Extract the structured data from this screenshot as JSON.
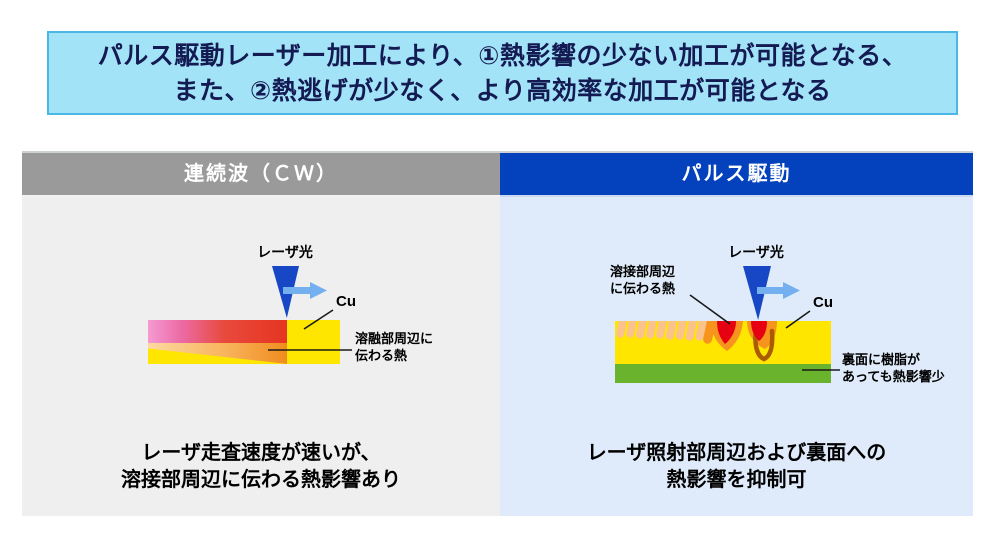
{
  "banner": {
    "line1": "パルス駆動レーザー加工により、①熱影響の少ない加工が可能となる、",
    "line2": "また、②熱逃げが少なく、より高効率な加工が可能となる"
  },
  "panels": {
    "cw": {
      "header": "連続波（ＣＷ）",
      "labels": {
        "laser": "レーザ光",
        "material": "Cu",
        "heat_line1": "溶融部周辺に",
        "heat_line2": "伝わる熱"
      },
      "caption_line1": "レーザ走査速度が速いが、",
      "caption_line2": "溶接部周辺に伝わる熱影響あり"
    },
    "pulse": {
      "header": "パルス駆動",
      "labels": {
        "laser": "レーザ光",
        "material": "Cu",
        "heat_line1": "溶接部周辺",
        "heat_line2": "に伝わる熱",
        "resin_line1": "裏面に樹脂が",
        "resin_line2": "あっても熱影響少"
      },
      "caption_line1": "レーザ照射部周辺および裏面への",
      "caption_line2": "熱影響を抑制可"
    }
  },
  "icons": {
    "laser_beam": "downward-triangle-laser-beam",
    "scan_arrow": "right-scan-arrow"
  },
  "colors": {
    "banner_bg": "#a3e3f7",
    "banner_border": "#49b8e6",
    "banner_text": "#141a52",
    "cw_header_bg": "#9a9a9a",
    "pulse_header_bg": "#0341bd",
    "header_text": "#ffffff",
    "cw_body_bg": "#efefef",
    "pulse_body_bg": "#dfebfa",
    "yellow": "#ffe600",
    "green": "#6ab32d",
    "laser_blue": "#1747c4",
    "arrow_blue": "#74b0f0",
    "red": "#e60012",
    "orange": "#f7941d",
    "peach": "#fbc38c",
    "brown": "#aa5c00",
    "pink": "#f08cce",
    "line": "#1a1a1a",
    "text": "#000000"
  }
}
